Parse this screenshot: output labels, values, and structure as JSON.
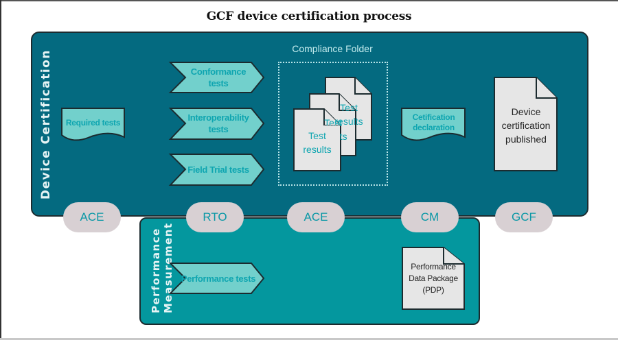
{
  "title": "GCF device certification process",
  "colors": {
    "device_panel": "#046a80",
    "performance_panel": "#04979e",
    "shape_fill": "#72d0cc",
    "shape_text": "#0ea5b0",
    "document_fill": "#e6e6e6",
    "pill_fill": "#d8d0d3"
  },
  "panels": {
    "device_certification": {
      "label": "Device Certification"
    },
    "performance_measurement": {
      "label": "Performance Measurement"
    }
  },
  "compliance_folder": {
    "label": "Compliance Folder",
    "documents": [
      "Test results",
      "Test results",
      "Test results"
    ]
  },
  "device_flow": {
    "required_tests": "Required tests",
    "tests": [
      "Conformance tests",
      "Interoperability tests",
      "Field Trial tests"
    ],
    "certification_declaration": "Cetification declaration",
    "published": "Device certification published"
  },
  "performance_flow": {
    "tests": "Performance tests",
    "package": "Performance Data Package (PDP)"
  },
  "actors": [
    "ACE",
    "RTO",
    "ACE",
    "CM",
    "GCF"
  ]
}
